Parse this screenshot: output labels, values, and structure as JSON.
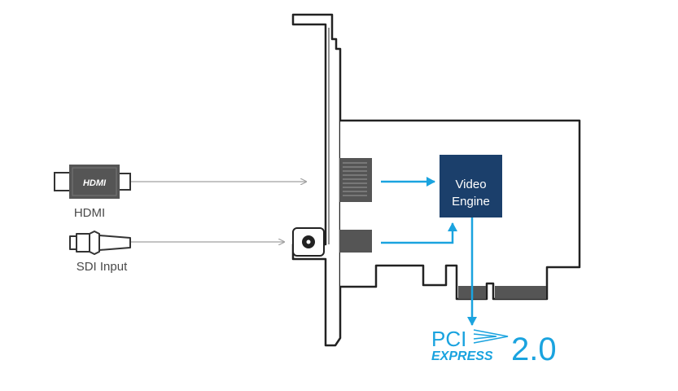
{
  "connectors": {
    "hdmi": {
      "plug_text": "HDMI",
      "label": "HDMI"
    },
    "sdi": {
      "label": "SDI Input"
    }
  },
  "engine": {
    "line1": "Video",
    "line2": "Engine"
  },
  "pcie": {
    "word1": "PCI",
    "word2": "EXPRESS",
    "version": "2.0"
  },
  "colors": {
    "accent_blue": "#1aa3df",
    "engine_blue": "#1b3f6b",
    "outline": "#222222",
    "connector_gray": "#555555",
    "thin_line": "#a0a0a0"
  }
}
